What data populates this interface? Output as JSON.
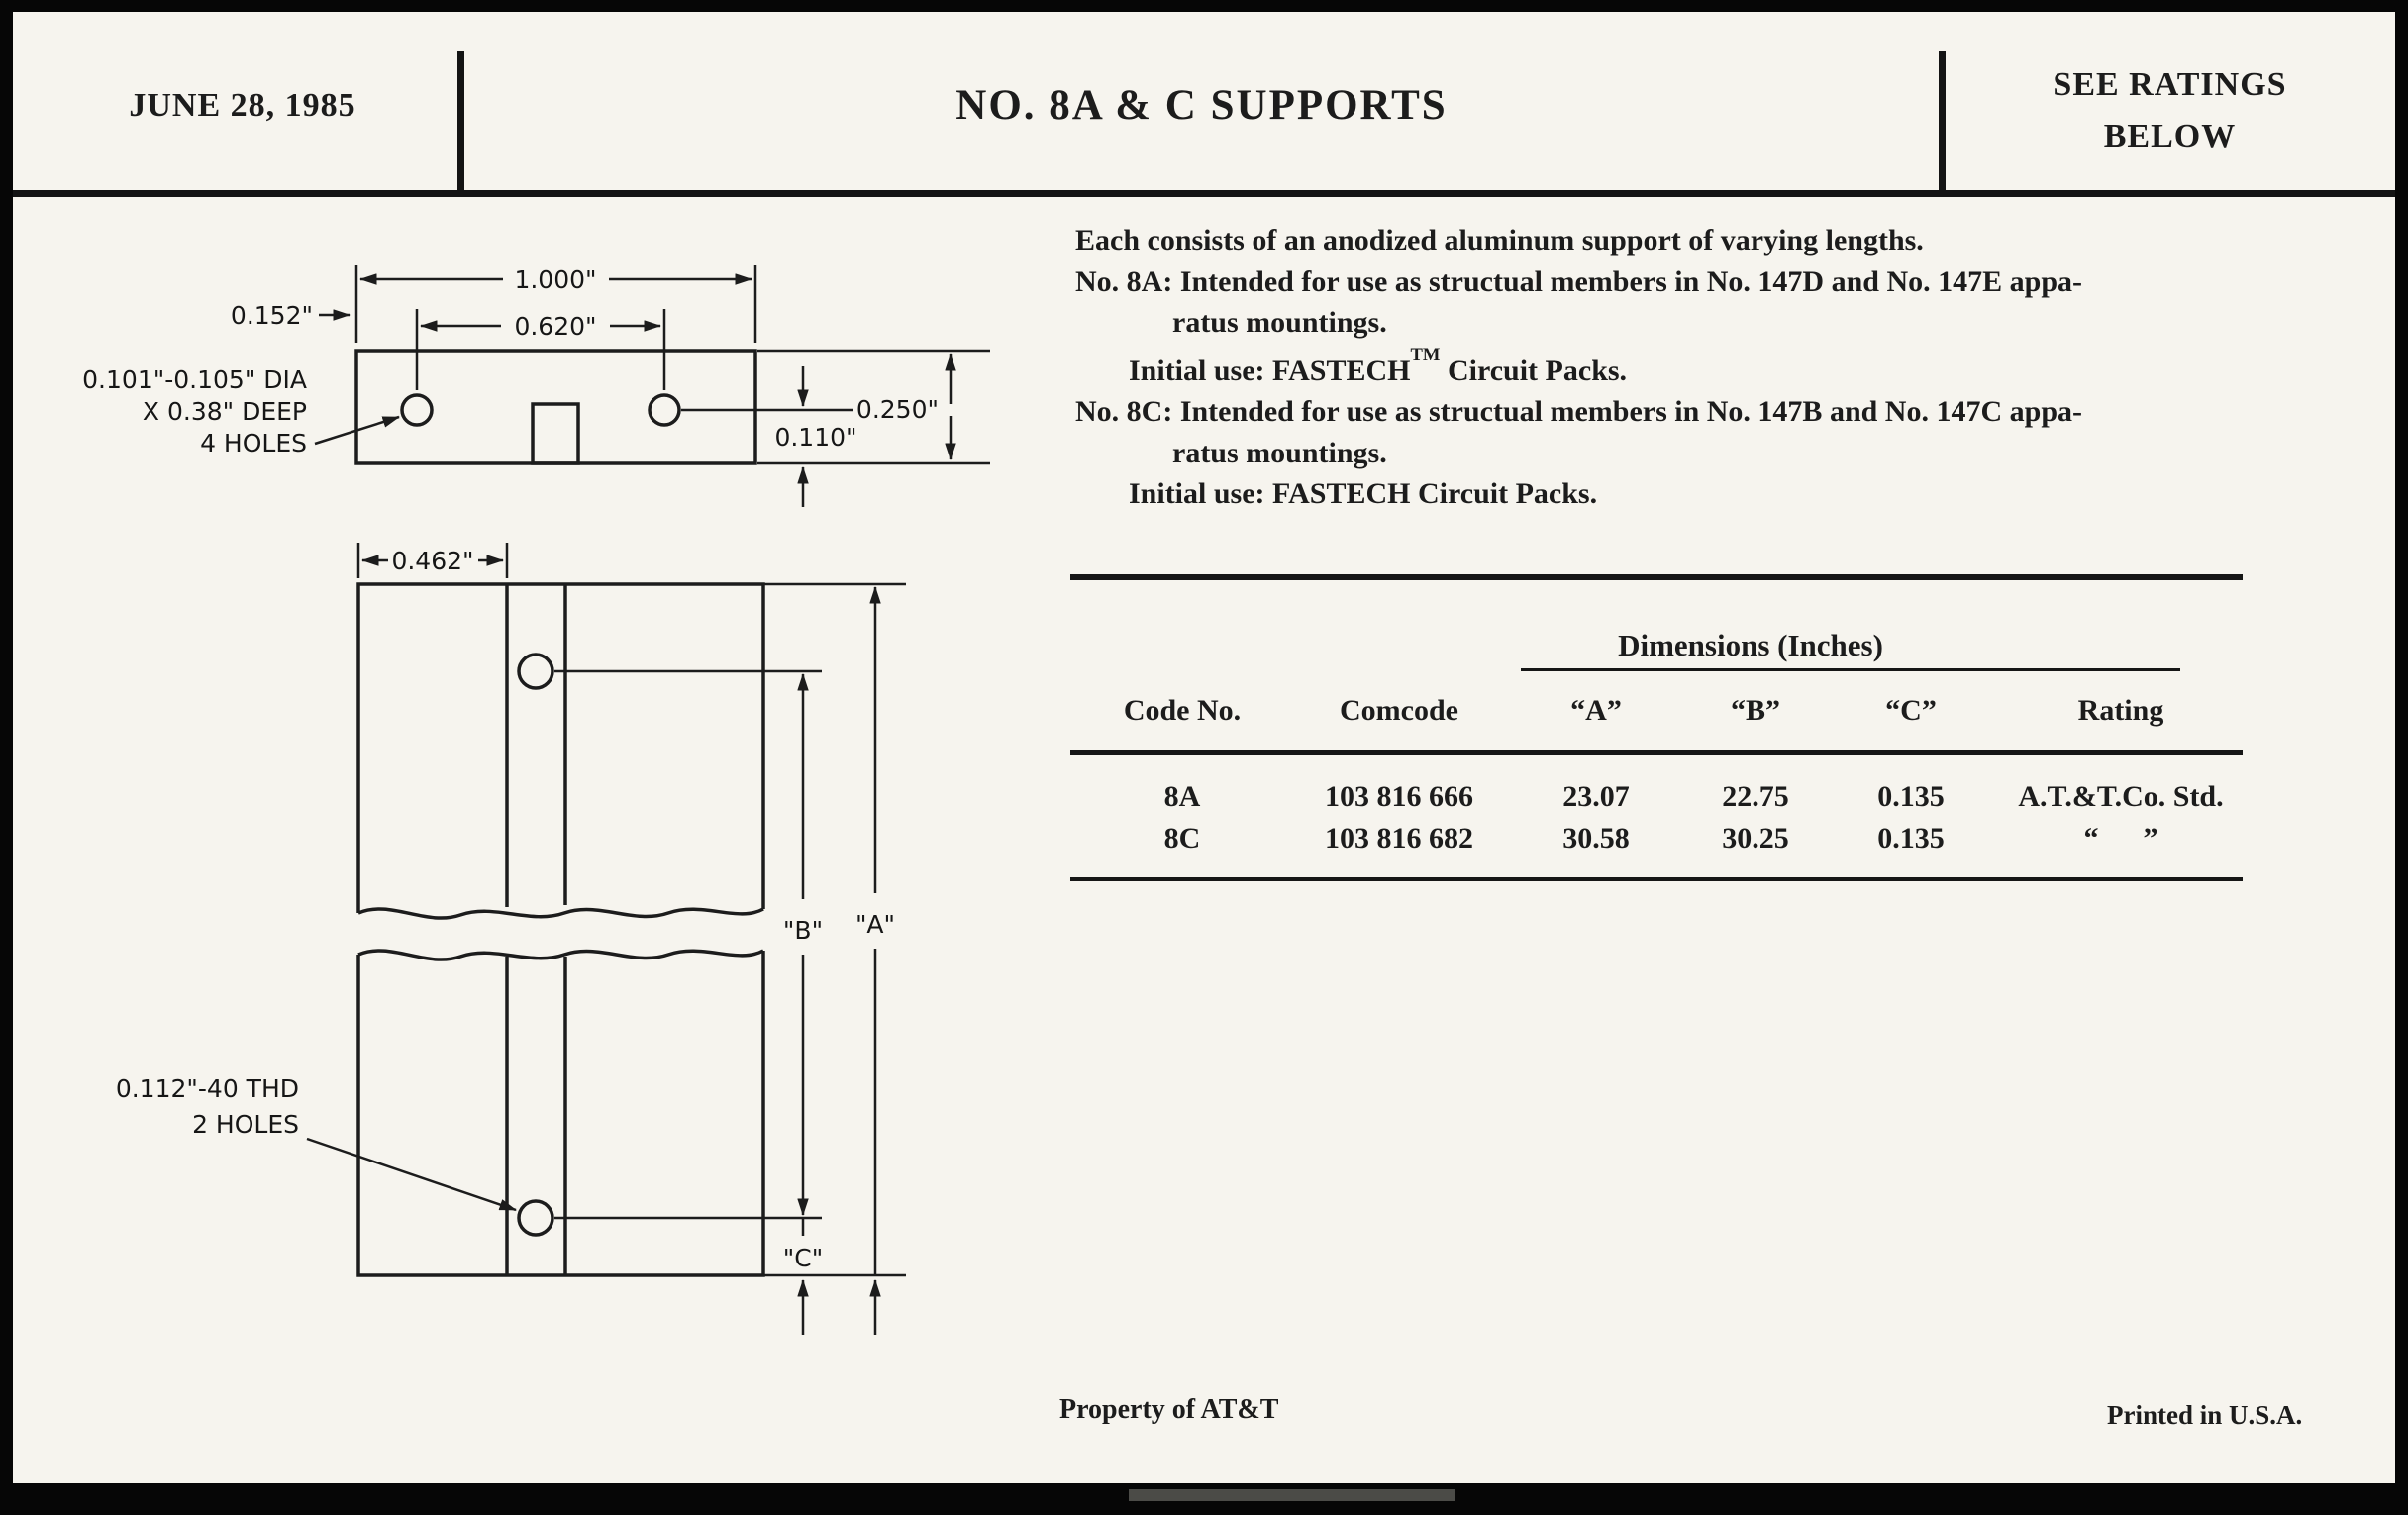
{
  "colors": {
    "paper": "#f6f4ee",
    "ink": "#1c1c1c"
  },
  "header": {
    "date": "JUNE 28, 1985",
    "title": "NO. 8A & C SUPPORTS",
    "ratings_line1": "SEE RATINGS",
    "ratings_line2": "BELOW"
  },
  "description": {
    "line1": "Each consists of an anodized aluminum support of varying lengths.",
    "line2": "No. 8A: Intended for use as structual members in No. 147D and No. 147E appa-",
    "line3": "ratus mountings.",
    "line4_before": "Initial use: FASTECH",
    "line4_sup": "TM",
    "line4_after": " Circuit Packs.",
    "line5": "No. 8C: Intended for use as structual members in No. 147B and No. 147C appa-",
    "line6": "ratus mountings.",
    "line7": "Initial use: FASTECH Circuit Packs."
  },
  "table": {
    "group_header": "Dimensions (Inches)",
    "columns": {
      "code": "Code No.",
      "comcode": "Comcode",
      "a": "“A”",
      "b": "“B”",
      "c": "“C”",
      "rating": "Rating"
    },
    "rows": [
      {
        "code": "8A",
        "comcode": "103 816 666",
        "a": "23.07",
        "b": "22.75",
        "c": "0.135",
        "rating": "A.T.&T.Co. Std."
      },
      {
        "code": "8C",
        "comcode": "103 816 682",
        "a": "30.58",
        "b": "30.25",
        "c": "0.135",
        "rating": "“      ”"
      }
    ]
  },
  "drawing": {
    "top_view": {
      "dim_overall_width": "1.000\"",
      "dim_hole_spacing": "0.620\"",
      "dim_edge_to_hole": "0.152\"",
      "hole_note_1": "0.101\"-0.105\" DIA",
      "hole_note_2": "X 0.38\" DEEP",
      "hole_note_3": "4 HOLES",
      "dim_thickness": "0.250\"",
      "dim_hole_to_edge": "0.110\""
    },
    "front_view": {
      "dim_flange_width": "0.462\"",
      "dim_a": "\"A\"",
      "dim_b": "\"B\"",
      "dim_c": "\"C\"",
      "thread_note_1": "0.112\"-40 THD",
      "thread_note_2": "2 HOLES"
    }
  },
  "footer": {
    "left": "Property of AT&T",
    "right": "Printed in U.S.A."
  }
}
